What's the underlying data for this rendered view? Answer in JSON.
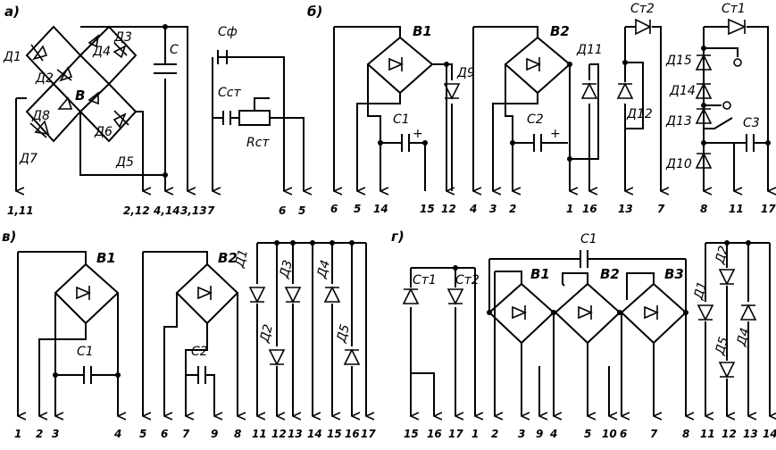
{
  "figure": {
    "a": {
      "label": "а)",
      "components": {
        "D1": "Д1",
        "D2": "Д2",
        "D3": "Д3",
        "D4": "Д4",
        "D5": "Д5",
        "D6": "Д6",
        "D7": "Д7",
        "D8": "Д8",
        "B": "В",
        "C": "С",
        "Cf": "Сф",
        "Cst": "Сcт",
        "Rst": "Rст"
      },
      "pins": [
        "1,11",
        "2,12",
        "4,14",
        "3,13",
        "7",
        "6",
        "5"
      ]
    },
    "b": {
      "label": "б)",
      "components": {
        "B1": "В1",
        "B2": "В2",
        "C1": "С1",
        "C2": "С2",
        "C3": "С3",
        "D9": "Д9",
        "D10": "Д10",
        "D11": "Д11",
        "D12": "Д12",
        "D13": "Д13",
        "D14": "Д14",
        "D15": "Д15",
        "St1": "Ст1",
        "St2": "Ст2",
        "plus": "+"
      },
      "pins": [
        "6",
        "5",
        "14",
        "15",
        "12",
        "4",
        "3",
        "2",
        "1",
        "16",
        "13",
        "7",
        "8",
        "11",
        "17"
      ]
    },
    "v": {
      "label": "в)",
      "components": {
        "B1": "В1",
        "B2": "В2",
        "C1": "С1",
        "C2": "С2",
        "D1": "Д1",
        "D2": "Д2",
        "D3": "Д3",
        "D4": "Д4",
        "D5": "Д5"
      },
      "pins": [
        "1",
        "2",
        "3",
        "4",
        "5",
        "6",
        "7",
        "9",
        "8",
        "11",
        "12",
        "13",
        "14",
        "15",
        "16",
        "17"
      ]
    },
    "g": {
      "label": "г)",
      "components": {
        "C1": "С1",
        "St1": "Ст1",
        "St2": "Ст2",
        "B1": "В1",
        "B2": "В2",
        "B3": "В3",
        "D1": "Д1",
        "D2": "Д2",
        "D4": "Д4",
        "D5": "Д5"
      },
      "pins": [
        "15",
        "16",
        "17",
        "1",
        "2",
        "3",
        "9",
        "4",
        "5",
        "10",
        "6",
        "7",
        "8",
        "11",
        "12",
        "13",
        "14"
      ]
    }
  }
}
